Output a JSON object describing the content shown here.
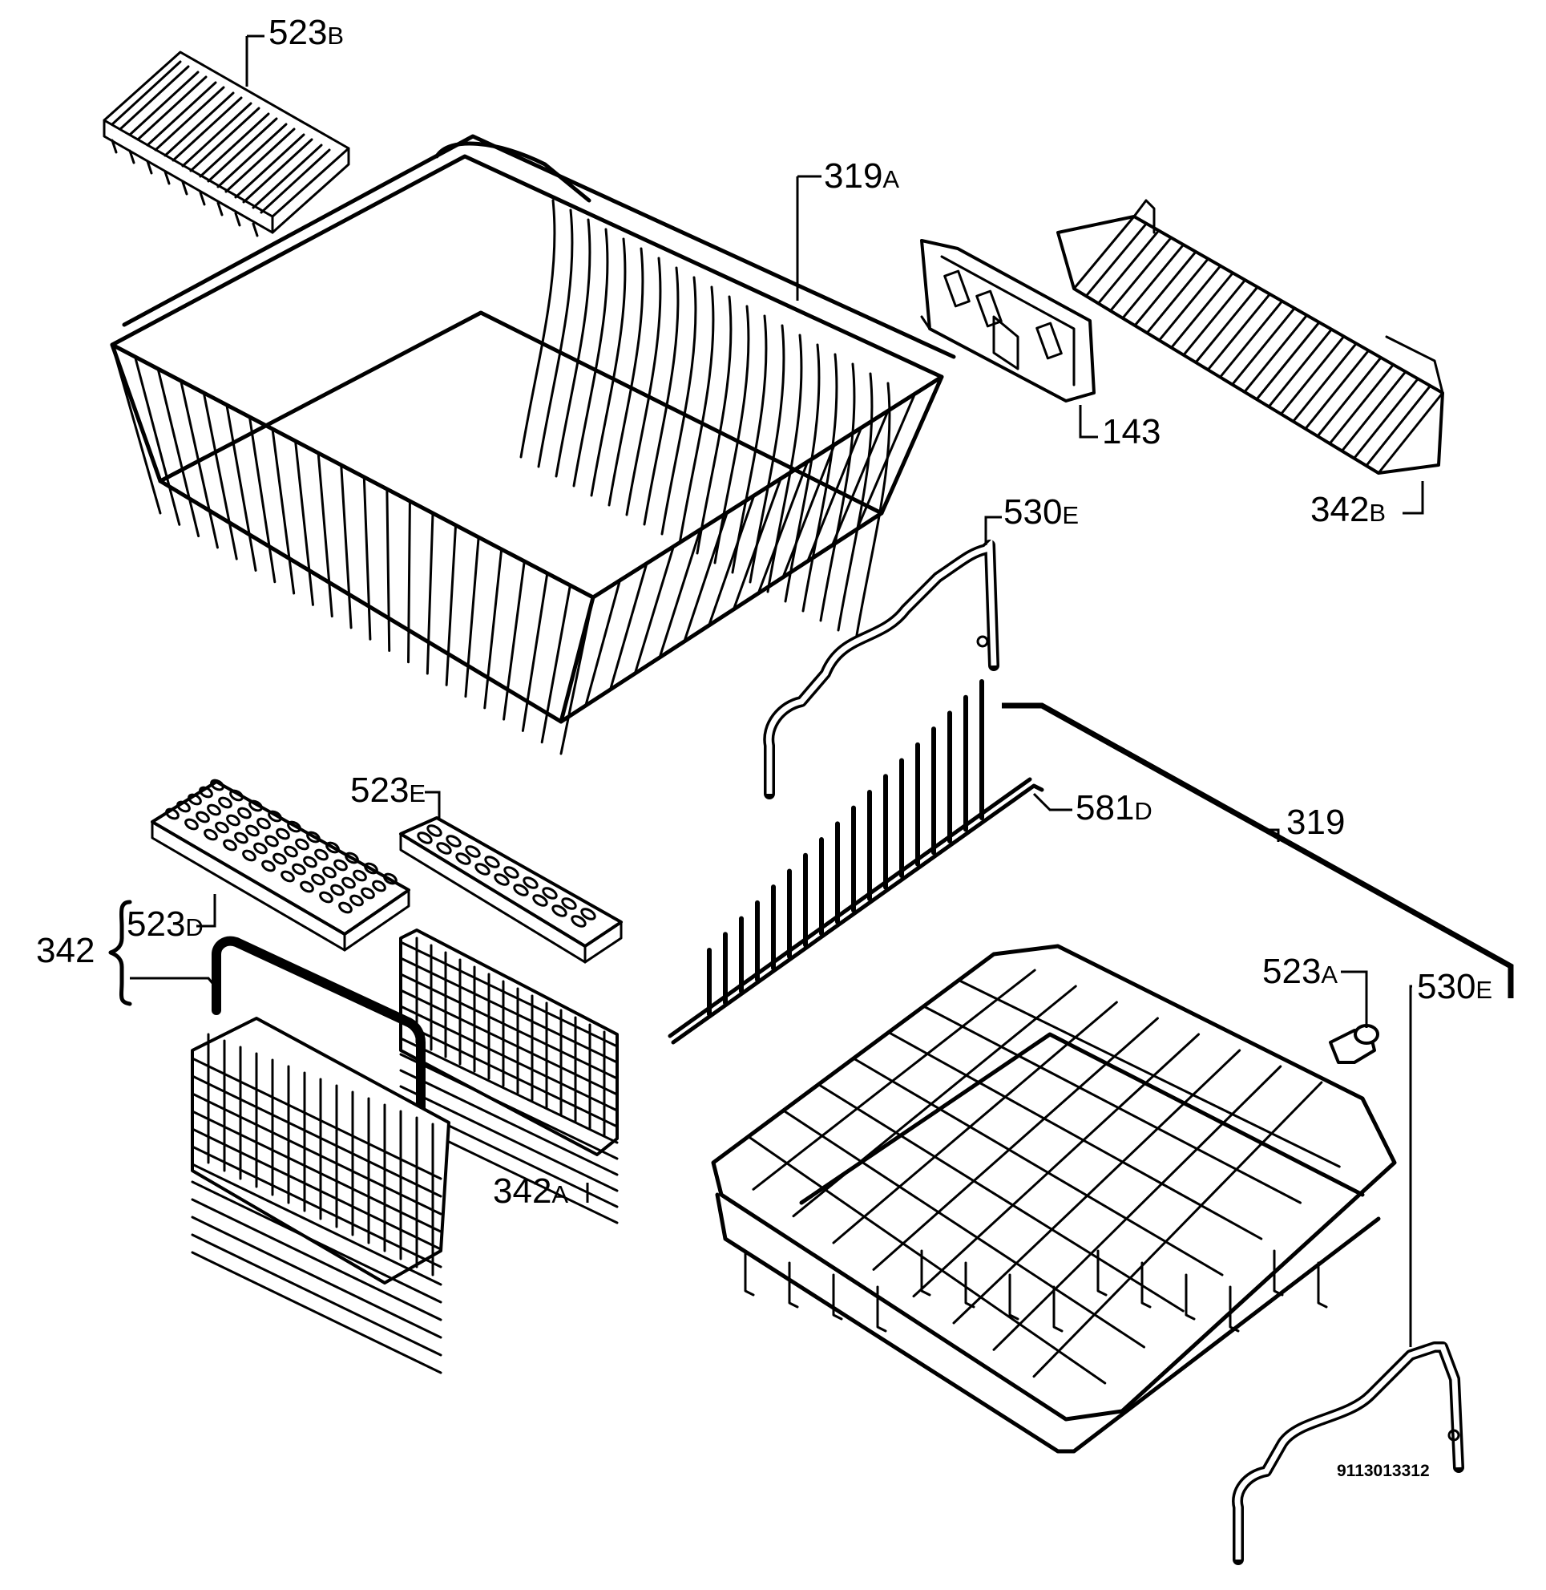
{
  "labels": {
    "l523B": {
      "num": "523",
      "suffix": "B"
    },
    "l319A": {
      "num": "319",
      "suffix": "A"
    },
    "l143": {
      "num": "143"
    },
    "l342B": {
      "num": "342",
      "suffix": "B"
    },
    "l530E_top": {
      "num": "530",
      "suffix": "E"
    },
    "l523E": {
      "num": "523",
      "suffix": "E"
    },
    "l581D": {
      "num": "581",
      "suffix": "D"
    },
    "l319": {
      "num": "319"
    },
    "l342": {
      "num": "342"
    },
    "l523D": {
      "num": "523",
      "suffix": "D"
    },
    "l523A": {
      "num": "523",
      "suffix": "A"
    },
    "l530E_bottom": {
      "num": "530",
      "suffix": "E"
    },
    "l342A": {
      "num": "342",
      "suffix": "A"
    }
  },
  "drawing_code": "9113013312",
  "colors": {
    "line": "#000000",
    "background": "#ffffff"
  }
}
